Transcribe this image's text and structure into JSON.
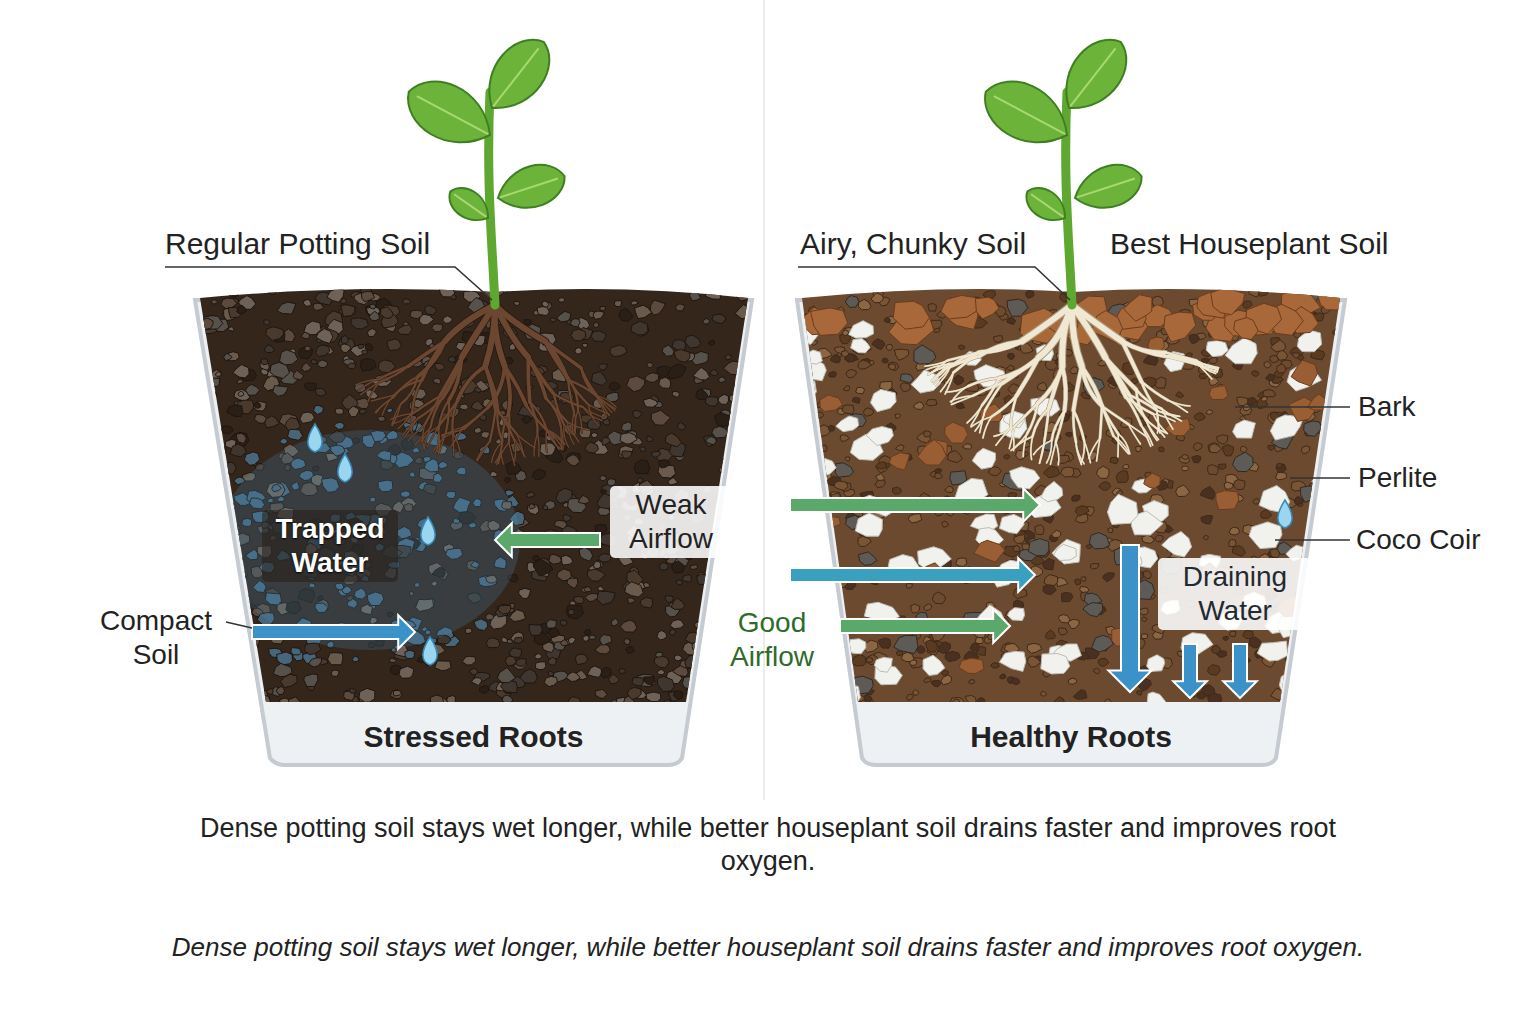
{
  "diagram": {
    "caption": "Dense potting soil stays wet longer, while better houseplant soil drains faster and improves root oxygen.",
    "nodes": [
      {
        "text": [
          "Stressed Roots"
        ]
      },
      {
        "text": [
          "Healthy Roots"
        ]
      }
    ],
    "labels": [
      "Regular Potting Soil",
      "Airy, Chunky Soil",
      "Best Houseplant Soil",
      "Trapped Water",
      "Weak Airflow",
      "Compact Soil",
      "Bark",
      "Perlite",
      "Coco Coir",
      "Draining Water",
      "Good Airflow",
      "Dense potting soil stays wet longer, while better houseplant soil drains faster and improves root oxygen."
    ]
  }
}
